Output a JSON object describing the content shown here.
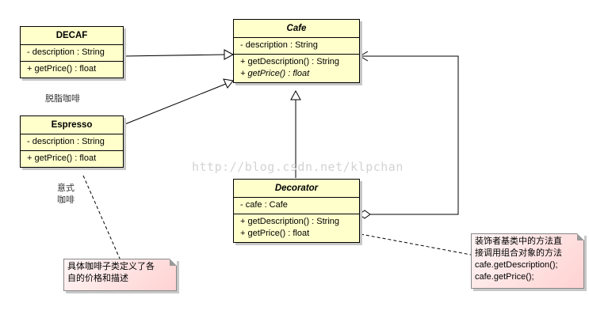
{
  "classes": {
    "decaf": {
      "name": "DECAF",
      "attribute": "- description : String",
      "method": "+ getPrice() : float"
    },
    "espresso": {
      "name": "Espresso",
      "attribute": "- description : String",
      "method": "+ getPrice() : float"
    },
    "cafe": {
      "name": "Cafe",
      "attribute": "- description : String",
      "method1": "+ getDescription() : String",
      "method2": "+ getPrice() : float"
    },
    "decorator": {
      "name": "Decorator",
      "attribute": "- cafe : Cafe",
      "method1": "+ getDescription() : String",
      "method2": "+ getPrice() : float"
    }
  },
  "labels": {
    "decaf_cn": "脱脂咖啡",
    "espresso_cn_1": "意式",
    "espresso_cn_2": "咖啡"
  },
  "notes": {
    "subclass_note": {
      "line1": "具体咖啡子类定义了各",
      "line2": "自的价格和描述"
    },
    "decorator_note": {
      "line1": "装饰者基类中的方法直",
      "line2": "接调用组合对象的方法",
      "line3": "cafe.getDescription();",
      "line4": "cafe.getPrice();"
    }
  },
  "watermark": "http://blog.csdn.net/klpchan"
}
